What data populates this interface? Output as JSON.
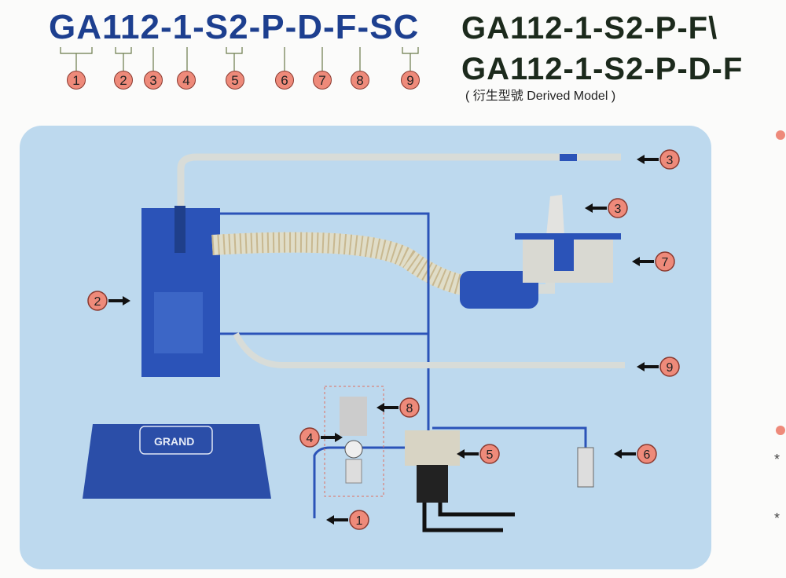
{
  "header": {
    "model_code": "GA112-1-S2-P-D-F-SC",
    "code_markers": [
      "1",
      "2",
      "3",
      "4",
      "5",
      "6",
      "7",
      "8",
      "9"
    ],
    "derived_models": [
      "GA112-1-S2-P-F\\",
      "GA112-1-S2-P-D-F"
    ],
    "derived_label": "( 衍生型號 Derived Model )"
  },
  "diagram": {
    "bag_logo": "GRAND",
    "callouts": [
      {
        "id": "hose-top",
        "label": "3"
      },
      {
        "id": "nozzle",
        "label": "3"
      },
      {
        "id": "manifold",
        "label": "7"
      },
      {
        "id": "tank",
        "label": "2"
      },
      {
        "id": "hose-bottom",
        "label": "9"
      },
      {
        "id": "bracket",
        "label": "8"
      },
      {
        "id": "bag",
        "label": "4"
      },
      {
        "id": "valve",
        "label": "5"
      },
      {
        "id": "sensor",
        "label": "6"
      },
      {
        "id": "air-inlet",
        "label": "1"
      }
    ]
  },
  "side": {
    "asterisk": "*"
  },
  "colors": {
    "panel": "#bdd9ee",
    "blue": "#2b53b8",
    "marker": "#ee8a7a"
  }
}
